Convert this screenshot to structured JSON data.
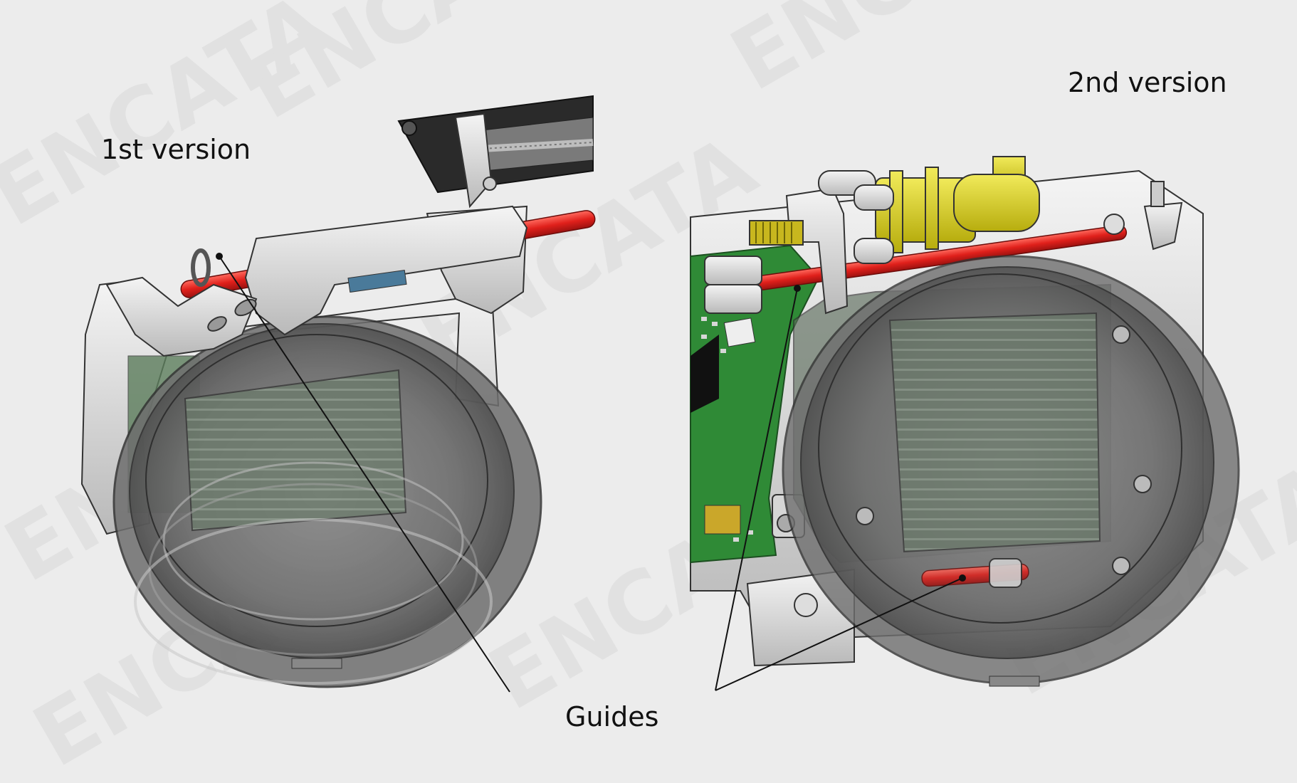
{
  "labels": {
    "first_version": "1st version",
    "second_version": "2nd version",
    "guides": "Guides"
  },
  "watermark": {
    "text": "ENCATA",
    "color": "#d6d6d6"
  },
  "colors": {
    "background": "#ececec",
    "guide_rod": "#e0201b",
    "yellow_actuator": "#ddd11c",
    "pcb_green": "#2f8a36",
    "lens_glass": "#7d7d7d",
    "metal_frame": "#d7d7d7",
    "slider_dark": "#2b2b2b"
  }
}
